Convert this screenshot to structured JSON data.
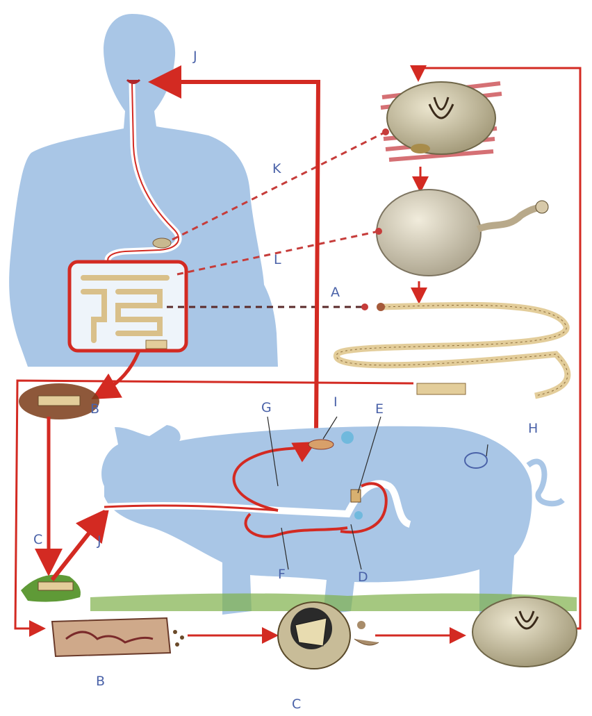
{
  "labels": {
    "A": "A",
    "B_top": "B",
    "B_bottom": "B",
    "C_left": "C",
    "C_bottom": "C",
    "D": "D",
    "E": "E",
    "F": "F",
    "G": "G",
    "H": "H",
    "I": "I",
    "J_top": "J",
    "J_left": "J",
    "K": "K",
    "L": "L"
  },
  "colors": {
    "body_blue": "#a9c6e6",
    "arrow_red": "#d32a22",
    "label_blue": "#4a62a8",
    "cyst_beige": "#cfc7a6",
    "worm_tan": "#e3cd9a",
    "grass_green": "#7fb04a"
  }
}
